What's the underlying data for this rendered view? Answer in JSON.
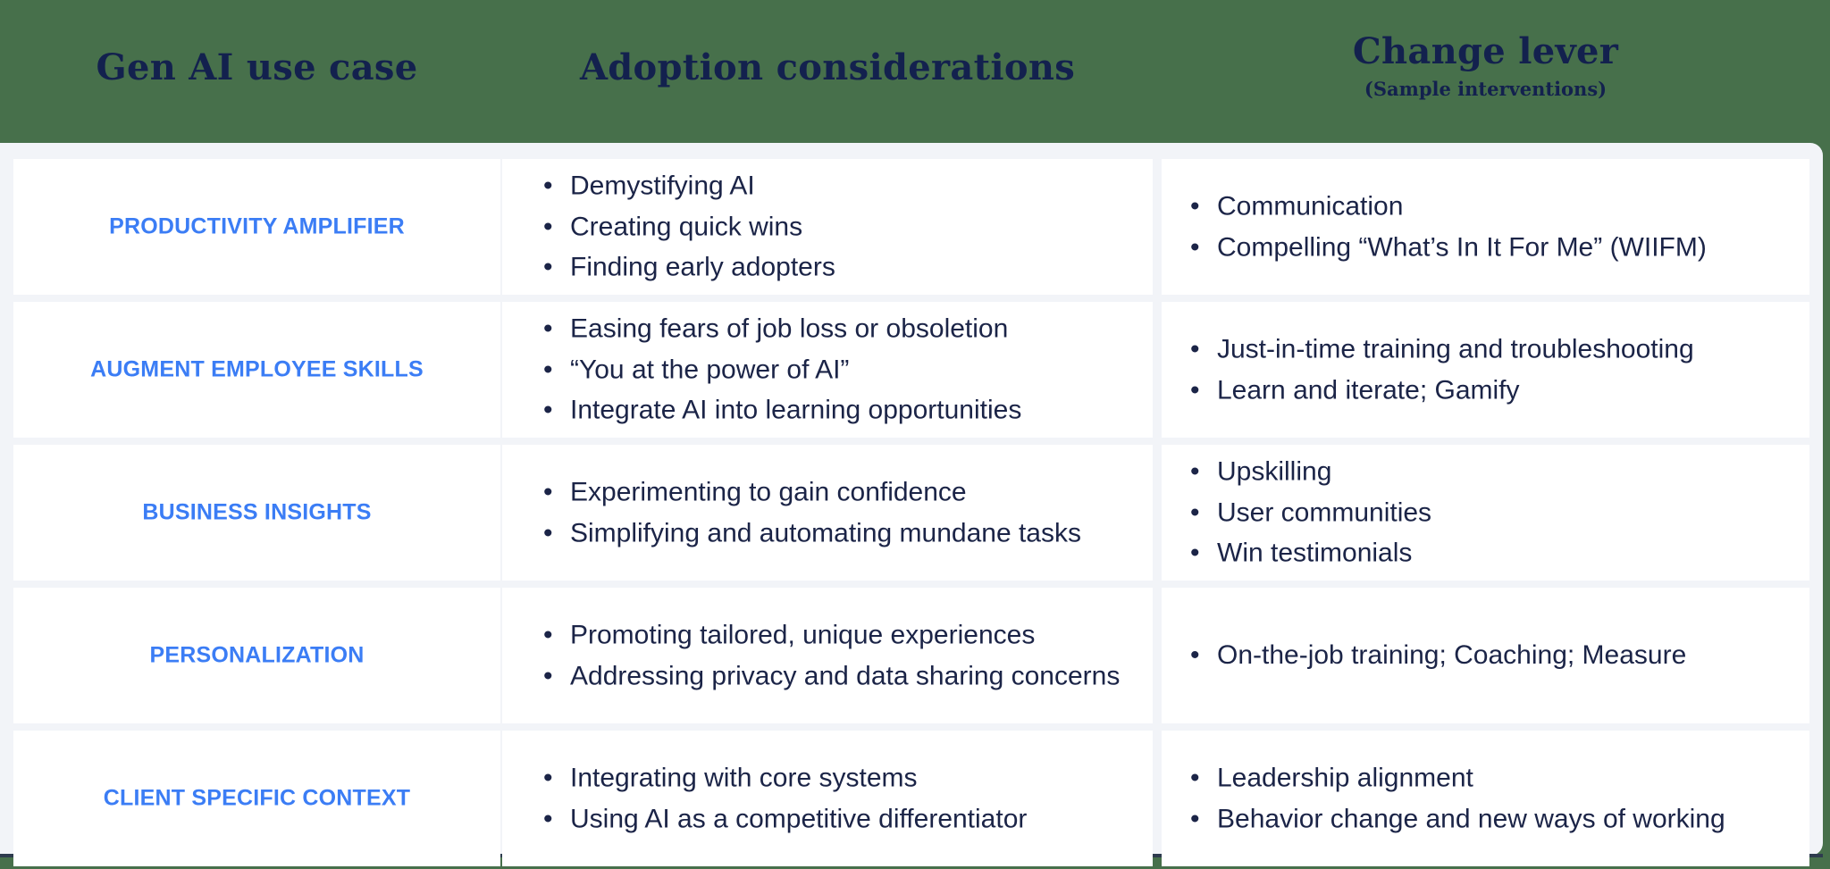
{
  "header": {
    "columns": [
      {
        "title": "Gen AI use case",
        "subtitle": ""
      },
      {
        "title": "Adoption considerations",
        "subtitle": ""
      },
      {
        "title": "Change lever",
        "subtitle": "(Sample interventions)"
      }
    ]
  },
  "colors": {
    "background_green": "#47704b",
    "panel_light": "#f2f4f8",
    "card_white": "#ffffff",
    "header_text_navy": "#13214e",
    "label_blue": "#3b7df5",
    "body_navy": "#1b2447",
    "underline": "#2e3b4e"
  },
  "rows": [
    {
      "use_case": "PRODUCTIVITY AMPLIFIER",
      "adoption_considerations": [
        "Demystifying AI",
        "Creating quick wins",
        "Finding early adopters"
      ],
      "change_levers": [
        "Communication",
        "Compelling “What’s In It For Me” (WIIFM)"
      ]
    },
    {
      "use_case": "AUGMENT EMPLOYEE SKILLS",
      "adoption_considerations": [
        "Easing fears of job loss or obsoletion",
        "“You at the power of AI”",
        "Integrate AI into learning opportunities"
      ],
      "change_levers": [
        "Just-in-time training and troubleshooting",
        "Learn and iterate; Gamify"
      ]
    },
    {
      "use_case": "BUSINESS INSIGHTS",
      "adoption_considerations": [
        "Experimenting to gain confidence",
        "Simplifying and automating mundane tasks"
      ],
      "change_levers": [
        "Upskilling",
        "User communities",
        "Win testimonials"
      ]
    },
    {
      "use_case": "PERSONALIZATION",
      "adoption_considerations": [
        "Promoting tailored, unique experiences",
        "Addressing privacy and data sharing concerns"
      ],
      "change_levers": [
        "On-the-job training; Coaching; Measure"
      ]
    },
    {
      "use_case": "CLIENT SPECIFIC CONTEXT",
      "adoption_considerations": [
        "Integrating with core systems",
        "Using AI as a competitive differentiator"
      ],
      "change_levers": [
        "Leadership alignment",
        "Behavior change and new ways of working"
      ]
    }
  ],
  "bullet_glyph": "•"
}
